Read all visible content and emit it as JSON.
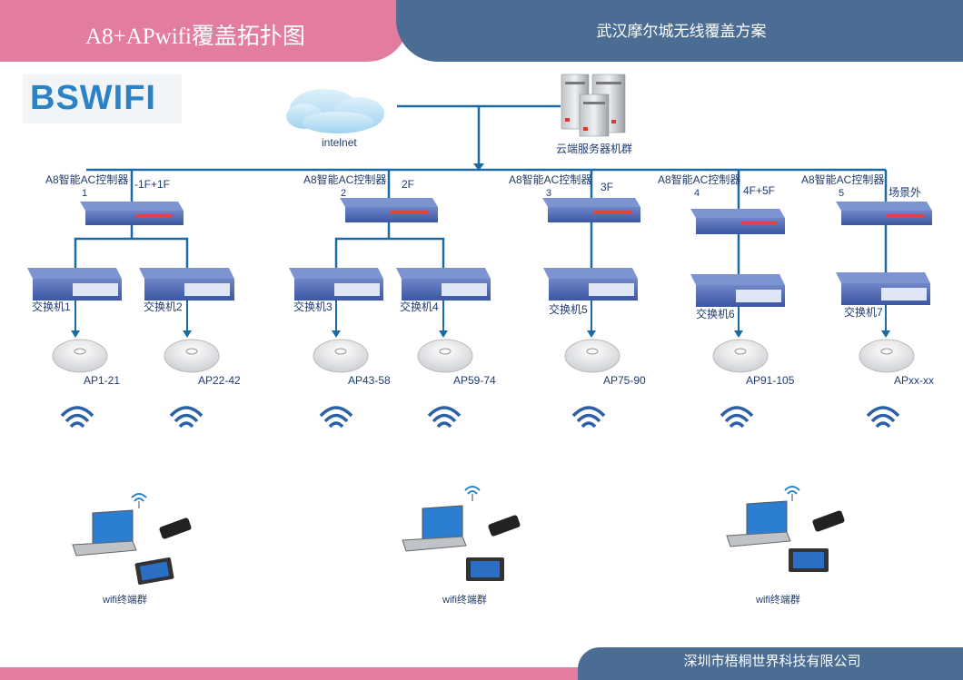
{
  "header": {
    "title": "A8+APwifi覆盖拓扑图",
    "subtitle": "武汉摩尔城无线覆盖方案"
  },
  "logo": {
    "text": "BSWIFI"
  },
  "cloud": {
    "label": "intelnet"
  },
  "servers": {
    "label": "云端服务器机群"
  },
  "controllers": [
    {
      "name": "A8智能AC控制器",
      "num": "1",
      "floor": "-1F+1F"
    },
    {
      "name": "A8智能AC控制器",
      "num": "2",
      "floor": "2F"
    },
    {
      "name": "A8智能AC控制器",
      "num": "3",
      "floor": "3F"
    },
    {
      "name": "A8智能AC控制器",
      "num": "4",
      "floor": "4F+5F"
    },
    {
      "name": "A8智能AC控制器",
      "num": "5",
      "floor": "场景外"
    }
  ],
  "switches": [
    "交换机1",
    "交换机2",
    "交换机3",
    "交换机4",
    "交换机5",
    "交换机6",
    "交换机7"
  ],
  "aps": [
    "AP1-21",
    "AP22-42",
    "AP43-58",
    "AP59-74",
    "AP75-90",
    "AP91-105",
    "APxx-xx"
  ],
  "terminals": [
    "wifi终端群",
    "wifi终端群",
    "wifi终端群"
  ],
  "footer": {
    "company": "深圳市梧桐世界科技有限公司"
  },
  "colors": {
    "pink": "#e37d9f",
    "navy": "#4b6c93",
    "line": "#1a6aa3",
    "device": "#2b4aa0"
  }
}
